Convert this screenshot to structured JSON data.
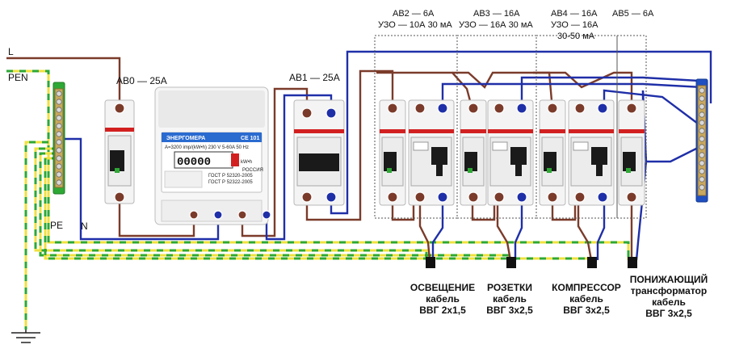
{
  "labels": {
    "line_l": "L",
    "line_pen": "PEN",
    "line_pe": "PE",
    "line_n": "N",
    "ab0": "АВ0 — 25А",
    "ab1": "АВ1 — 25А",
    "ab2_line1": "АВ2 — 6А",
    "ab2_line2": "УЗО — 10А 30 мА",
    "ab3_line1": "АВ3 — 16А",
    "ab3_line2": "УЗО — 16А 30 мА",
    "ab4_line1": "АВ4 — 16А",
    "ab4_line2": "УЗО — 16А",
    "ab4_line3": "30-50 мА",
    "ab5_line1": "АВ5 — 6А"
  },
  "meter": {
    "brand": "ЭНЕРГОМЕРА",
    "model": "СЕ 101",
    "digits": "00000",
    "unit": "kW•h",
    "spec": "A=3200 imp/(kW•h)  230 V  5-60A  50 Hz",
    "gost1": "ГОСТ Р 52320-2005",
    "gost2": "ГОСТ Р 52322-2005",
    "country": "РОССИЯ"
  },
  "outputs": [
    {
      "line1": "ОСВЕЩЕНИЕ",
      "line2": "кабель",
      "line3": "ВВГ 2х1,5"
    },
    {
      "line1": "РОЗЕТКИ",
      "line2": "кабель",
      "line3": "ВВГ 3х2,5"
    },
    {
      "line1": "КОМПРЕССОР",
      "line2": "кабель",
      "line3": "ВВГ 3х2,5"
    },
    {
      "line1": "ПОНИЖАЮЩИЙ",
      "line2": "трансформатор",
      "line3": "кабель",
      "line4": "ВВГ 3х2,5"
    }
  ]
}
